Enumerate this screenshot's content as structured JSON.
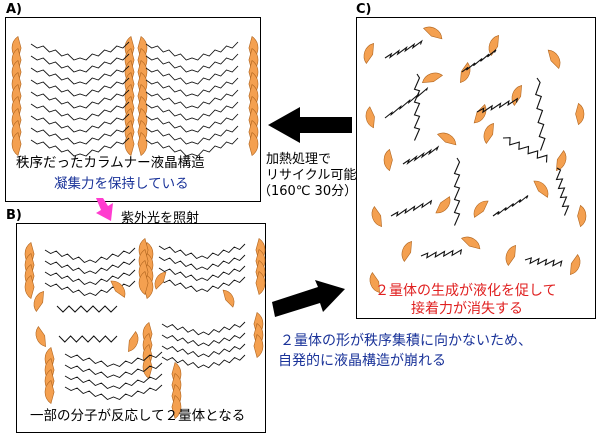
{
  "panels": {
    "a": {
      "label": "A)",
      "caption_line1": "秩序だったカラムナー液晶構造",
      "caption_line2": "凝集力を保持している"
    },
    "b": {
      "label": "B)",
      "caption": "一部の分子が反応して２量体となる"
    },
    "c": {
      "label": "C)",
      "caption_line1": "２量体の生成が液化を促して",
      "caption_line2": "接着力が消失する"
    }
  },
  "arrows": {
    "c_to_a": {
      "line1": "加熱処理で",
      "line2": "リサイクル可能",
      "line3": "（160℃ 30分）"
    },
    "a_to_b": {
      "label": "紫外光を照射"
    },
    "b_to_c": {
      "line1": "２量体の形が秩序集積に向かないため、",
      "line2": "自発的に液晶構造が崩れる"
    }
  },
  "colors": {
    "disc": "#f4a050",
    "uv_arrow": "#ff3ccf",
    "blue_text": "#1a3399",
    "red_text": "#e02020"
  }
}
